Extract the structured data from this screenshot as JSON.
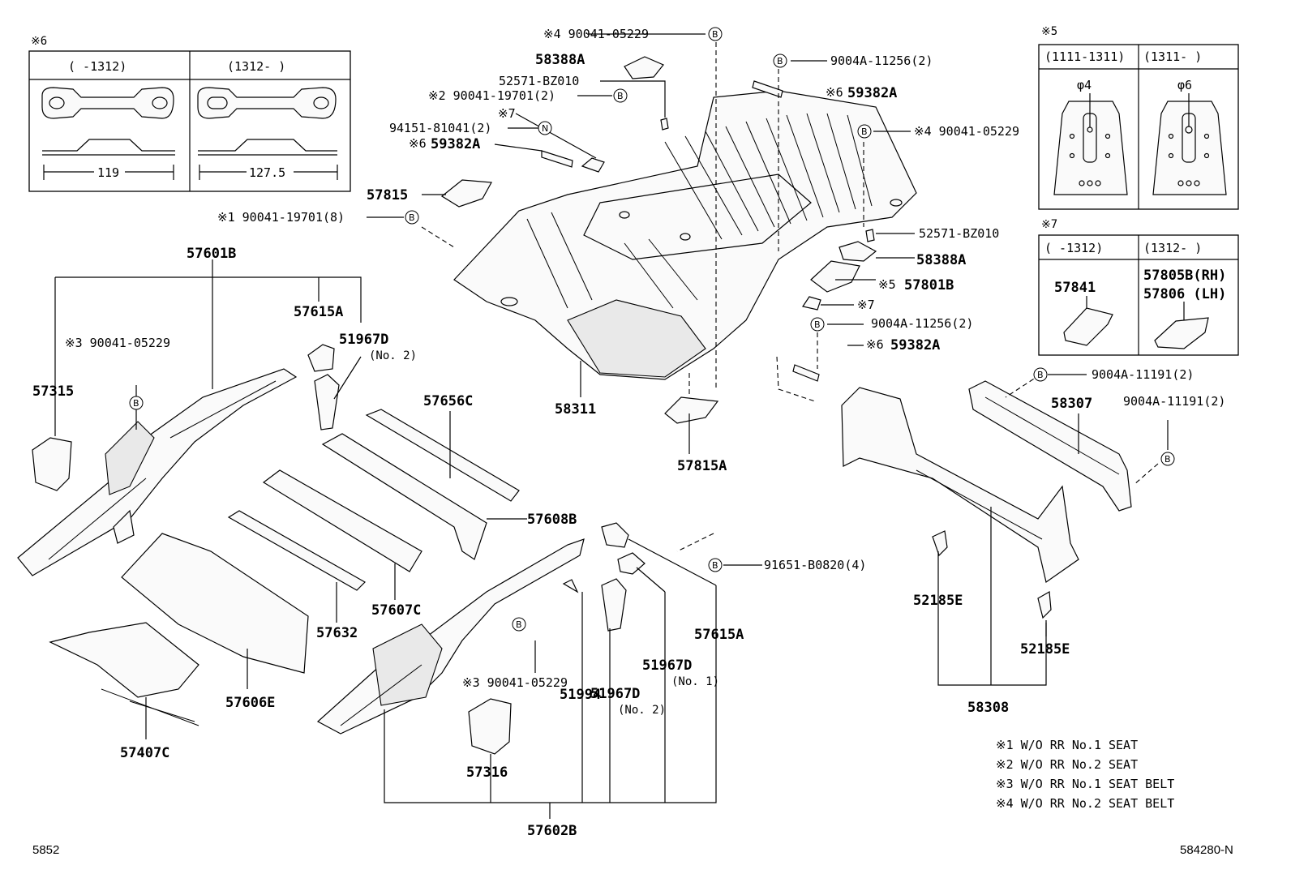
{
  "labels": {
    "p57601B": "57601B",
    "p57315": "57315",
    "p57615A_top": "57615A",
    "p51967D_top": "51967D",
    "no2_top": "(No. 2)",
    "ref3_top": "※3 90041-05229",
    "p57656C": "57656C",
    "p57608B": "57608B",
    "p57607C": "57607C",
    "p57632": "57632",
    "p57606E": "57606E",
    "p57407C": "57407C",
    "p57316": "57316",
    "p57602B": "57602B",
    "p51994": "51994",
    "p51967D_bottom": "51967D",
    "no2_bottom": "(No. 2)",
    "p51967D_no1": "51967D",
    "no1": "(No. 1)",
    "p57615A_bottom": "57615A",
    "ref3_bottom": "※3 90041-05229",
    "ref91651": "91651-B0820(4)",
    "ref4_top": "※4 90041-05229",
    "p58388A_top": "58388A",
    "p52571_top": "52571-BZ010",
    "ref2": "※2 90041-19701(2)",
    "ref7_top": "※7",
    "ref94151": "94151-81041(2)",
    "ref6_a": "※6",
    "p59382A_a": "59382A",
    "p57815": "57815",
    "ref1": "※1 90041-19701(8)",
    "ref9004A_11256_top": "9004A-11256(2)",
    "ref6_b": "※6",
    "p59382A_b": "59382A",
    "ref4_right": "※4 90041-05229",
    "p52571_right": "52571-BZ010",
    "p58388A_right": "58388A",
    "ref5": "※5",
    "p57801B": "57801B",
    "ref7_right": "※7",
    "ref9004A_11256_mid": "9004A-11256(2)",
    "ref6_c": "※6",
    "p59382A_c": "59382A",
    "p58311": "58311",
    "p57815A": "57815A",
    "ref9004A_11191_a": "9004A-11191(2)",
    "ref9004A_11191_b": "9004A-11191(2)",
    "p58307": "58307",
    "p52185E_a": "52185E",
    "p52185E_b": "52185E",
    "p58308": "58308",
    "diagram_id": "5852",
    "figure_code": "584280-N"
  },
  "box6": {
    "title": "※6",
    "col1": "(    -1312)",
    "col2": "(1312-     )",
    "dim1": "119",
    "dim2": "127.5"
  },
  "box5": {
    "title": "※5",
    "col1": "(1111-1311)",
    "col2": "(1311-     )",
    "dia1": "φ4",
    "dia2": "φ6"
  },
  "box7": {
    "title": "※7",
    "col1": "(    -1312)",
    "col2": "(1312-     )",
    "part1": "57841",
    "part2a": "57805B(RH)",
    "part2b": "57806 (LH)"
  },
  "notes": [
    "※1 W/O RR No.1 SEAT",
    "※2 W/O RR No.2 SEAT",
    "※3 W/O RR No.1 SEAT BELT",
    "※4 W/O RR No.2 SEAT BELT"
  ],
  "callout_letters": {
    "b": "B",
    "n": "N"
  }
}
